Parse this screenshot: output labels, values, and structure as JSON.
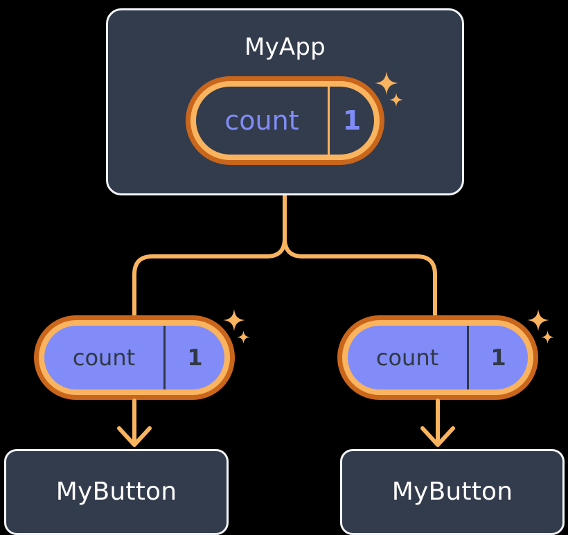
{
  "diagram": {
    "title_visible": false,
    "background_color": "#000000",
    "accent_orange": "#fab45f",
    "accent_orange_dark": "#c9661b",
    "signal_purple": "#818cf8",
    "box_fill": "#333c4d",
    "box_border": "#f2f4f8",
    "text_light": "#ffffff",
    "text_dark": "#303846"
  },
  "root": {
    "component_label": "MyApp",
    "signal": {
      "name": "count",
      "value": "1",
      "sparkles": [
        {
          "name": "sparkle-large-icon",
          "size": 34
        },
        {
          "name": "sparkle-small-icon",
          "size": 20
        }
      ]
    }
  },
  "children": [
    {
      "id": "left",
      "signal": {
        "name": "count",
        "value": "1",
        "sparkles": [
          {
            "name": "sparkle-large-icon",
            "size": 32
          },
          {
            "name": "sparkle-small-icon",
            "size": 19
          }
        ]
      },
      "component_label": "MyButton"
    },
    {
      "id": "right",
      "signal": {
        "name": "count",
        "value": "1",
        "sparkles": [
          {
            "name": "sparkle-large-icon",
            "size": 32
          },
          {
            "name": "sparkle-small-icon",
            "size": 19
          }
        ]
      },
      "component_label": "MyButton"
    }
  ],
  "connectors": {
    "root_to_children": {
      "name": "tree-connector",
      "color": "#fab45f",
      "stroke": 6
    },
    "signal_to_component": {
      "name": "arrow-connector",
      "color": "#fab45f",
      "stroke": 6,
      "arrowhead": "chevron"
    }
  }
}
